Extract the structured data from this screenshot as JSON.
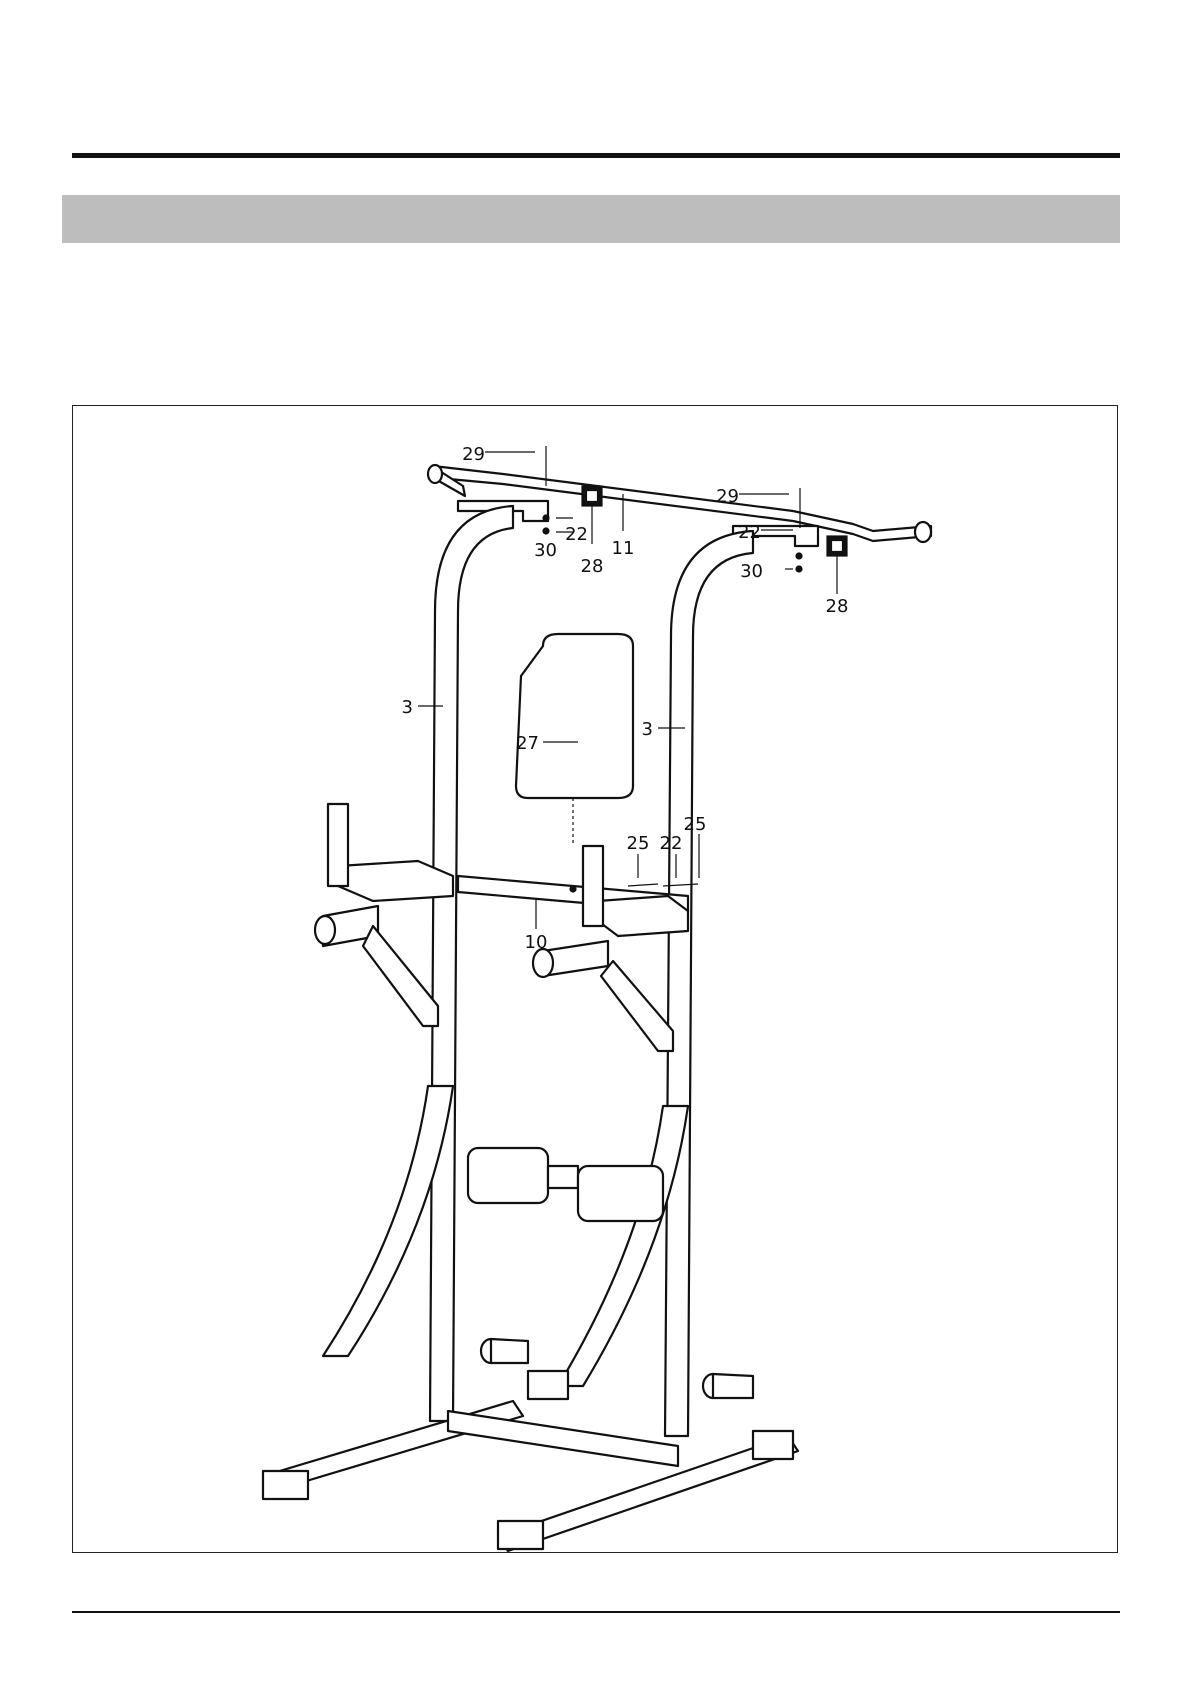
{
  "document": {
    "header_rule": true,
    "step_band_text": "",
    "footer_rule": true
  },
  "diagram": {
    "parts": {
      "p29_left": "29",
      "p29_right": "29",
      "p22_left": "22",
      "p22_right": "22",
      "p30_left": "30",
      "p30_right": "30",
      "p28_left": "28",
      "p28_right": "28",
      "p11": "11",
      "p3_left": "3",
      "p3_right": "3",
      "p27": "27",
      "p25_a": "25",
      "p25_b": "25",
      "p22_mid": "22",
      "p10": "10"
    }
  }
}
